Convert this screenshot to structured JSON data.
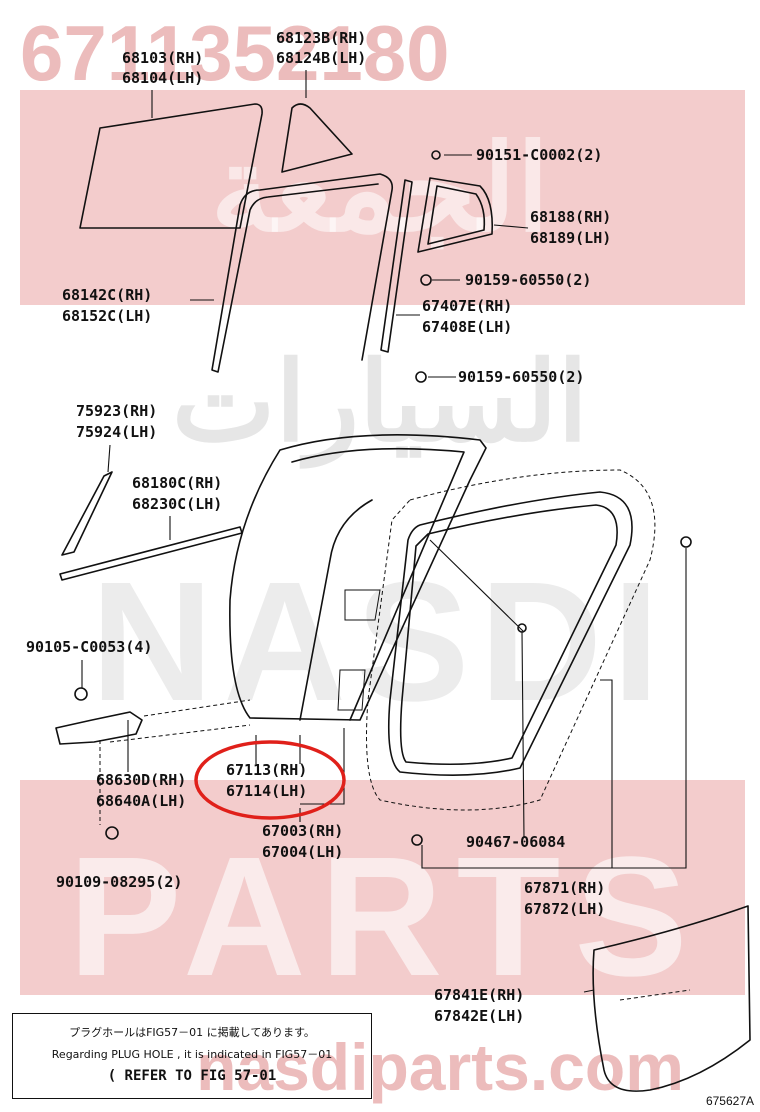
{
  "watermark": {
    "part_number": "6711352180",
    "arabic_top": "الجمعة",
    "arabic_mid": "السيارات",
    "latin_mid": "NASDI",
    "latin_bottom": "PARTS",
    "site": "nasdiparts.com",
    "color": "#e8b6b6"
  },
  "labels": {
    "p68103": "68103(RH)",
    "p68104": "68104(LH)",
    "p68123": "68123B(RH)",
    "p68124": "68124B(LH)",
    "p90151": "90151-C0002(2)",
    "p68188": "68188(RH)",
    "p68189": "68189(LH)",
    "p90159a": "90159-60550(2)",
    "p68142": "68142C(RH)",
    "p68152": "68152C(LH)",
    "p67407": "67407E(RH)",
    "p67408": "67408E(LH)",
    "p90159b": "90159-60550(2)",
    "p75923": "75923(RH)",
    "p75924": "75924(LH)",
    "p68180": "68180C(RH)",
    "p68230": "68230C(LH)",
    "p90105": "90105-C0053(4)",
    "p68630": "68630D(RH)",
    "p68640": "68640A(LH)",
    "p67113": "67113(RH)",
    "p67114": "67114(LH)",
    "p67003": "67003(RH)",
    "p67004": "67004(LH)",
    "p90467": "90467-06084",
    "p90109": "90109-08295(2)",
    "p67871": "67871(RH)",
    "p67872": "67872(LH)",
    "p67841": "67841E(RH)",
    "p67842": "67842E(LH)"
  },
  "highlight": {
    "target": "67113(RH) / 67114(LH)",
    "color": "#e0201a"
  },
  "note": {
    "line1": "プラグホールはFIG57－01 に掲載してあります。",
    "line2": "Regarding PLUG HOLE , it is indicated in FIG57－01",
    "line3": "( REFER TO FIG 57-01"
  },
  "figure_code": "675627A"
}
